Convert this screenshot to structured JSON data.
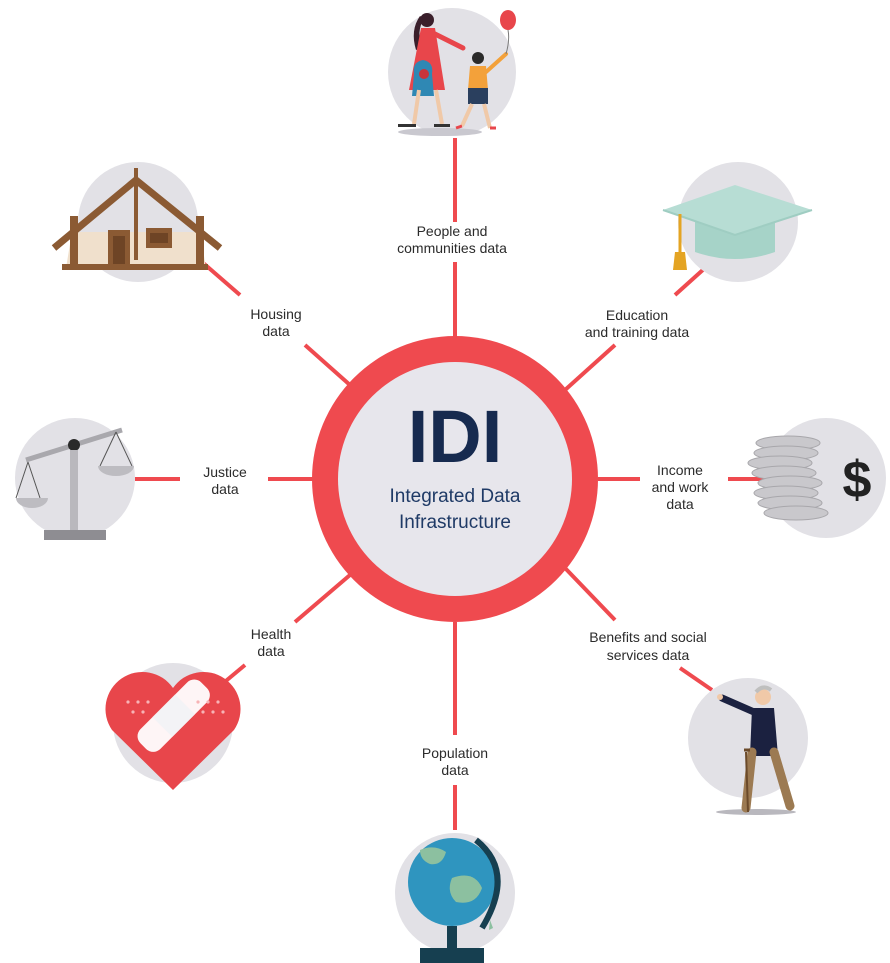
{
  "hub": {
    "acronym": "IDI",
    "subtitle_line1": "Integrated Data",
    "subtitle_line2": "Infrastructure"
  },
  "spokes": [
    {
      "id": "people",
      "label_lines": [
        "People and",
        "communities data"
      ],
      "icon": "family-with-balloon-icon"
    },
    {
      "id": "education",
      "label_lines": [
        "Education",
        "and training data"
      ],
      "icon": "graduation-cap-icon"
    },
    {
      "id": "income",
      "label_lines": [
        "Income",
        "and work",
        "data"
      ],
      "icon": "coins-dollar-icon",
      "symbol": "$"
    },
    {
      "id": "benefits",
      "label_lines": [
        "Benefits and social",
        "services data"
      ],
      "icon": "elderly-person-with-cane-icon"
    },
    {
      "id": "population",
      "label_lines": [
        "Population",
        "data"
      ],
      "icon": "globe-icon"
    },
    {
      "id": "health",
      "label_lines": [
        "Health",
        "data"
      ],
      "icon": "heart-bandage-icon"
    },
    {
      "id": "justice",
      "label_lines": [
        "Justice",
        "data"
      ],
      "icon": "scales-of-justice-icon"
    },
    {
      "id": "housing",
      "label_lines": [
        "Housing",
        "data"
      ],
      "icon": "house-icon"
    }
  ],
  "colors": {
    "ring": "#ef4a4f",
    "hub_fill": "#e7e6ec",
    "icon_bg": "#e2e1e6",
    "acronym": "#162a4f",
    "subtitle": "#1f3a66",
    "label": "#2b2b2b"
  }
}
